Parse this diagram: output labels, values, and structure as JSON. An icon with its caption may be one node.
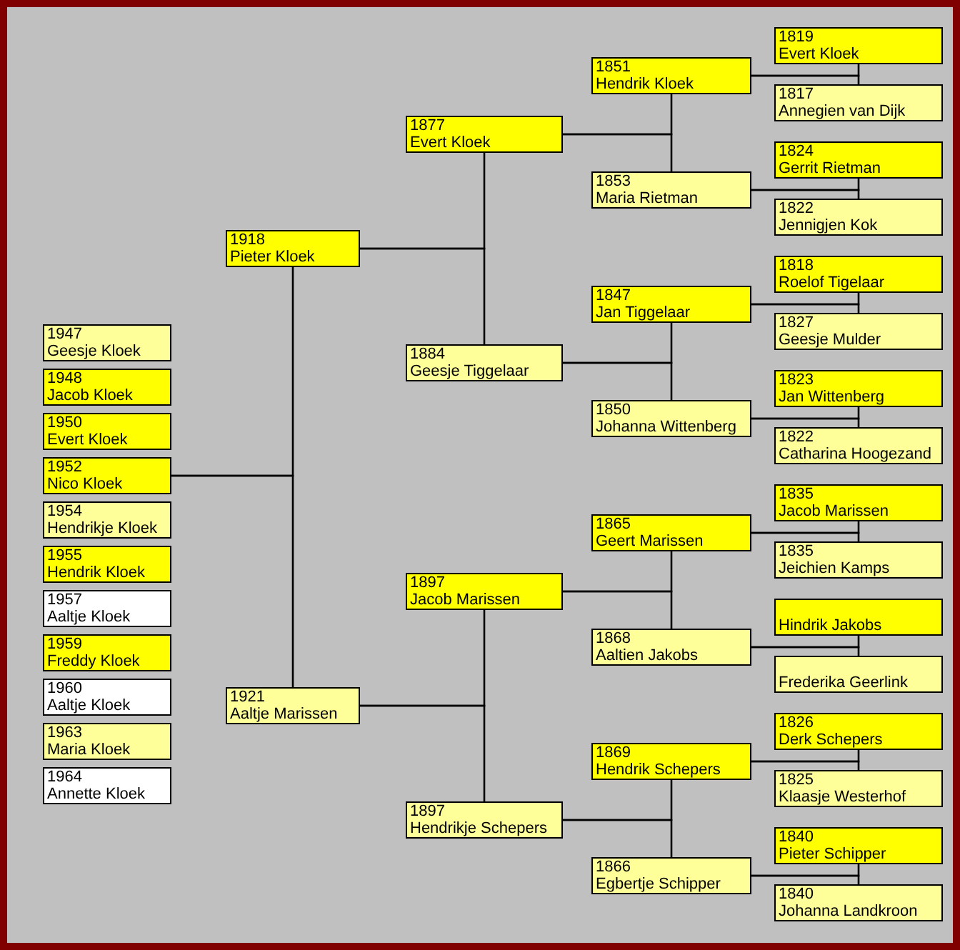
{
  "diagram": {
    "nodes": [
      {
        "text": [
          "1947",
          "Geesje Kloek"
        ]
      },
      {
        "text": [
          "1948",
          "Jacob Kloek"
        ]
      },
      {
        "text": [
          "1950",
          "Evert Kloek"
        ]
      },
      {
        "text": [
          "1952",
          "Nico Kloek"
        ]
      },
      {
        "text": [
          "1954",
          "Hendrikje Kloek"
        ]
      },
      {
        "text": [
          "1955",
          "Hendrik Kloek"
        ]
      },
      {
        "text": [
          "1957",
          "Aaltje Kloek"
        ]
      },
      {
        "text": [
          "1959",
          "Freddy Kloek"
        ]
      },
      {
        "text": [
          "1960",
          "Aaltje Kloek"
        ]
      },
      {
        "text": [
          "1963",
          "Maria Kloek"
        ]
      },
      {
        "text": [
          "1964",
          "Annette Kloek"
        ]
      },
      {
        "text": [
          "1918",
          "Pieter Kloek"
        ]
      },
      {
        "text": [
          "1921",
          "Aaltje Marissen"
        ]
      },
      {
        "text": [
          "1877",
          "Evert Kloek"
        ]
      },
      {
        "text": [
          "1884",
          "Geesje Tiggelaar"
        ]
      },
      {
        "text": [
          "1897",
          "Jacob Marissen"
        ]
      },
      {
        "text": [
          "1897",
          "Hendrikje Schepers"
        ]
      },
      {
        "text": [
          "1851",
          "Hendrik Kloek"
        ]
      },
      {
        "text": [
          "1853",
          "Maria Rietman"
        ]
      },
      {
        "text": [
          "1847",
          "Jan Tiggelaar"
        ]
      },
      {
        "text": [
          "1850",
          "Johanna Wittenberg"
        ]
      },
      {
        "text": [
          "1865",
          "Geert Marissen"
        ]
      },
      {
        "text": [
          "1868",
          "Aaltien Jakobs"
        ]
      },
      {
        "text": [
          "1869",
          "Hendrik Schepers"
        ]
      },
      {
        "text": [
          "1866",
          "Egbertje Schipper"
        ]
      },
      {
        "text": [
          "1819",
          "Evert Kloek"
        ]
      },
      {
        "text": [
          "1817",
          "Annegien van Dijk"
        ]
      },
      {
        "text": [
          "1824",
          "Gerrit Rietman"
        ]
      },
      {
        "text": [
          "1822",
          "Jennigjen Kok"
        ]
      },
      {
        "text": [
          "1818",
          "Roelof Tigelaar"
        ]
      },
      {
        "text": [
          "1827",
          "Geesje Mulder"
        ]
      },
      {
        "text": [
          "1823",
          "Jan Wittenberg"
        ]
      },
      {
        "text": [
          "1822",
          "Catharina Hoogezand"
        ]
      },
      {
        "text": [
          "1835",
          "Jacob Marissen"
        ]
      },
      {
        "text": [
          "1835",
          "Jeichien Kamps"
        ]
      },
      {
        "text": [
          "Hindrik Jakobs"
        ]
      },
      {
        "text": [
          "Frederika Geerlink"
        ]
      },
      {
        "text": [
          "1826",
          "Derk Schepers"
        ]
      },
      {
        "text": [
          "1825",
          "Klaasje Westerhof"
        ]
      },
      {
        "text": [
          "1840",
          "Pieter Schipper"
        ]
      },
      {
        "text": [
          "1840",
          "Johanna Landkroon"
        ]
      }
    ],
    "edges": [
      {
        "from": 3,
        "to": 11,
        "arrow": "none"
      },
      {
        "from": 3,
        "to": 12,
        "arrow": "none"
      },
      {
        "from": 11,
        "to": 13,
        "arrow": "none"
      },
      {
        "from": 11,
        "to": 14,
        "arrow": "none"
      },
      {
        "from": 12,
        "to": 15,
        "arrow": "none"
      },
      {
        "from": 12,
        "to": 16,
        "arrow": "none"
      },
      {
        "from": 13,
        "to": 17,
        "arrow": "none"
      },
      {
        "from": 13,
        "to": 18,
        "arrow": "none"
      },
      {
        "from": 14,
        "to": 19,
        "arrow": "none"
      },
      {
        "from": 14,
        "to": 20,
        "arrow": "none"
      },
      {
        "from": 15,
        "to": 21,
        "arrow": "none"
      },
      {
        "from": 15,
        "to": 22,
        "arrow": "none"
      },
      {
        "from": 16,
        "to": 23,
        "arrow": "none"
      },
      {
        "from": 16,
        "to": 24,
        "arrow": "none"
      },
      {
        "from": 17,
        "to": 25,
        "arrow": "none"
      },
      {
        "from": 17,
        "to": 26,
        "arrow": "none"
      },
      {
        "from": 18,
        "to": 27,
        "arrow": "none"
      },
      {
        "from": 18,
        "to": 28,
        "arrow": "none"
      },
      {
        "from": 19,
        "to": 29,
        "arrow": "none"
      },
      {
        "from": 19,
        "to": 30,
        "arrow": "none"
      },
      {
        "from": 20,
        "to": 31,
        "arrow": "none"
      },
      {
        "from": 20,
        "to": 32,
        "arrow": "none"
      },
      {
        "from": 21,
        "to": 33,
        "arrow": "none"
      },
      {
        "from": 21,
        "to": 34,
        "arrow": "none"
      },
      {
        "from": 22,
        "to": 35,
        "arrow": "none"
      },
      {
        "from": 22,
        "to": 36,
        "arrow": "none"
      },
      {
        "from": 23,
        "to": 37,
        "arrow": "none"
      },
      {
        "from": 23,
        "to": 38,
        "arrow": "none"
      },
      {
        "from": 24,
        "to": 39,
        "arrow": "none"
      },
      {
        "from": 24,
        "to": 40,
        "arrow": "none"
      }
    ]
  }
}
